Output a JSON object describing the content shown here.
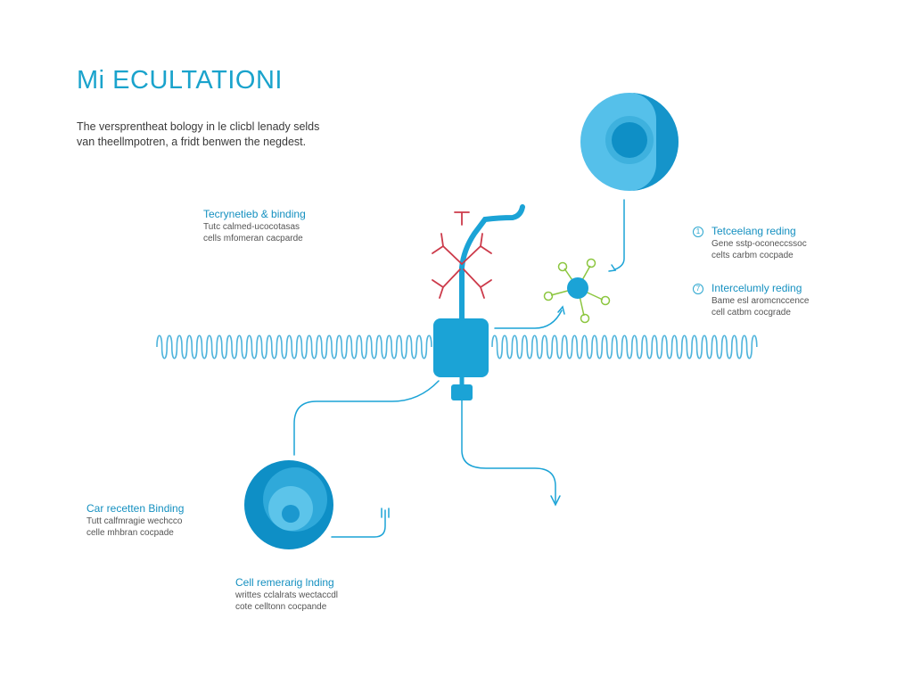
{
  "title": "Mi ECULTATIONI",
  "intro": {
    "line1": "The versprentheat bology in le clicbl lenady selds",
    "line2": "van theellmpotren, a fridt benwen the negdest."
  },
  "labels": {
    "top_left": {
      "heading": "Tecrynetieb & binding",
      "lines": [
        "Tutc calmed-ucocotasas",
        "cells mfomeran cacparde"
      ]
    },
    "right_top": {
      "marker": "1",
      "heading": "Tetceelang reding",
      "lines": [
        "Gene sstp-oconeccssoc",
        "celts carbm cocpade"
      ]
    },
    "right_bottom": {
      "marker": "7",
      "heading": "Intercelumly reding",
      "lines": [
        "Bame esl aromcnccence",
        "cell catbm cocgrade"
      ]
    },
    "bottom_left": {
      "heading": "Car recetten Binding",
      "lines": [
        "Tutt calfmragie wechcco",
        "celle mhbran cocpade"
      ]
    },
    "bottom_center": {
      "heading": "Cell remerarig lnding",
      "lines": [
        "writtes cclalrats wectaccdl",
        "cote celltonn cocpande"
      ]
    }
  },
  "colors": {
    "membrane": "#4fb4dc",
    "receptor": "#1ba3d6",
    "cell_outer": "#55c0ea",
    "cell_inner": "#0e8fc6",
    "antibody": "#cc3a4a",
    "ligand": "#8cc63f"
  }
}
